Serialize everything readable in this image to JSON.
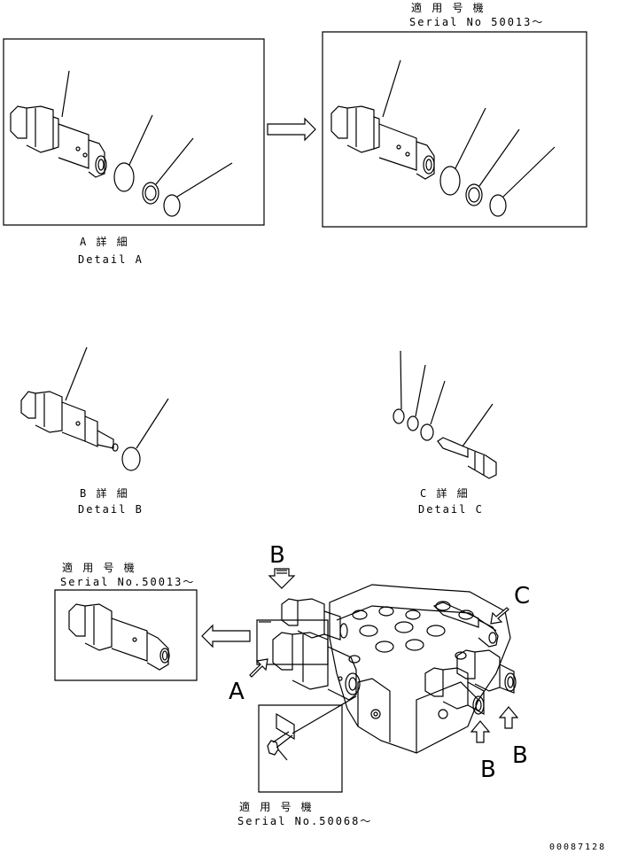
{
  "detail_a": {
    "caption_jp": "A 詳 細",
    "caption_en": "Detail A",
    "serial_jp": "適 用 号 機",
    "serial_en": "Serial No 50013〜"
  },
  "detail_b": {
    "caption_jp": "B 詳 細",
    "caption_en": "Detail B"
  },
  "detail_c": {
    "caption_jp": "C 詳 細",
    "caption_en": "Detail C"
  },
  "main_view": {
    "serial_left_jp": "適 用 号 機",
    "serial_left_en": "Serial No.50013〜",
    "serial_bottom_jp": "適 用 号 機",
    "serial_bottom_en": "Serial No.50068〜",
    "arrow_labels": [
      "A",
      "B",
      "B",
      "C"
    ]
  },
  "drawing_number": "00087128"
}
